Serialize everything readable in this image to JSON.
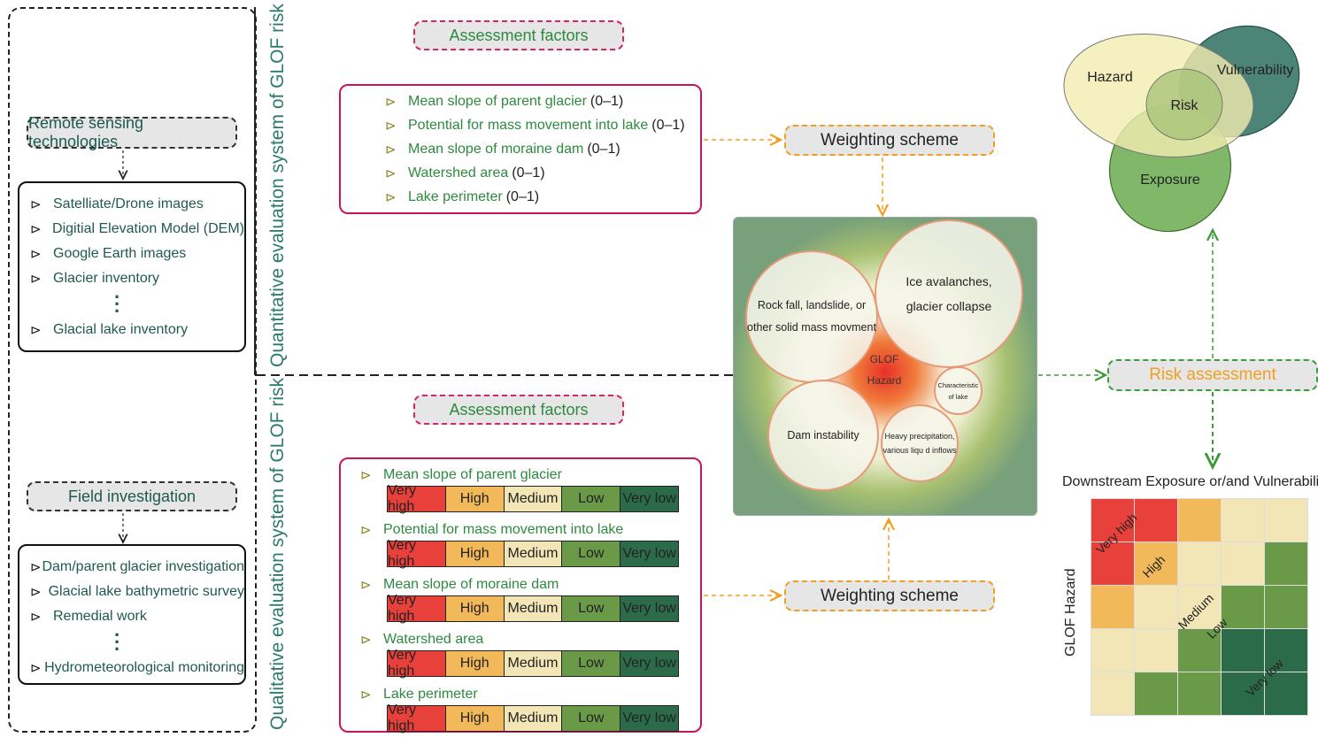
{
  "colors": {
    "very_high": "#e8403a",
    "high": "#f2b95a",
    "medium": "#f3e6b6",
    "low": "#6a9a48",
    "very_low": "#2c6b4a"
  },
  "quant_title": "Quantitative evaluation system of GLOF risk",
  "qual_title": "Qualitative evaluation system of GLOF risk",
  "remote": {
    "title": "Remote sensing technologies",
    "items": [
      "Satelliate/Drone images",
      "Digitial Elevation Model (DEM)",
      "Google Earth images",
      "Glacier inventory",
      "Glacial lake inventory"
    ]
  },
  "field": {
    "title": "Field investigation",
    "items": [
      "Dam/parent glacier investigation",
      "Glacial lake bathymetric survey",
      "Remedial work",
      "Hydrometeorological monitoring"
    ]
  },
  "assessment_label_top": "Assessment factors",
  "assessment_label_bottom": "Assessment factors",
  "quant_factors": [
    {
      "name": "Mean slope of parent glacier",
      "range": "(0–1)"
    },
    {
      "name": "Potential for mass movement into lake",
      "range": "(0–1)"
    },
    {
      "name": "Mean slope of moraine dam",
      "range": "(0–1)"
    },
    {
      "name": "Watershed area",
      "range": "(0–1)"
    },
    {
      "name": "Lake perimeter",
      "range": "(0–1)"
    }
  ],
  "qual_factors": [
    "Mean slope of parent glacier",
    "Potential for mass movement into lake",
    "Mean slope of moraine dam",
    "Watershed area",
    "Lake perimeter"
  ],
  "scale_levels": [
    "Very high",
    "High",
    "Medium",
    "Low",
    "Very low"
  ],
  "weighting_top": "Weighting scheme",
  "weighting_bottom": "Weighting scheme",
  "hazard": {
    "center_line1": "GLOF",
    "center_line2": "Hazard",
    "b1_line1": "Rock fall, landslide, or",
    "b1_line2": "other solid mass movment",
    "b2_line1": "Ice avalanches,",
    "b2_line2": "glacier collapse",
    "b3": "Dam instability",
    "b4_line1": "Heavy precipitation,",
    "b4_line2": "various liqu d inflows",
    "b5_line1": "Characteristic",
    "b5_line2": "of lake"
  },
  "risk_assessment": "Risk assessment",
  "venn": {
    "hazard": "Hazard",
    "vulnerability": "Vulnerability",
    "risk": "Risk",
    "exposure": "Exposure"
  },
  "matrix": {
    "title": "Downstream Exposure or/and Vulnerability",
    "ylabel": "GLOF Hazard",
    "cells": [
      [
        "very_high",
        "very_high",
        "high",
        "medium",
        "medium"
      ],
      [
        "very_high",
        "high",
        "medium",
        "medium",
        "low"
      ],
      [
        "high",
        "medium",
        "medium",
        "low",
        "low"
      ],
      [
        "medium",
        "medium",
        "low",
        "very_low",
        "very_low"
      ],
      [
        "medium",
        "low",
        "low",
        "very_low",
        "very_low"
      ]
    ],
    "diag_labels": [
      "Very high",
      "High",
      "Medium",
      "Low",
      "Very low"
    ]
  }
}
